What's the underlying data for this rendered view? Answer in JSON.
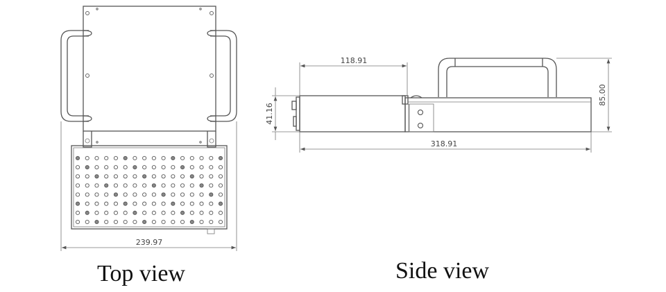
{
  "top_view": {
    "caption": "Top view",
    "width_dimension": "239.97",
    "hole_grid": {
      "columns": 16,
      "rows": 8
    }
  },
  "side_view": {
    "caption": "Side view",
    "dimensions": {
      "front_length": "118.91",
      "total_length": "318.91",
      "body_height": "41.16",
      "total_height": "85.00"
    }
  },
  "colors": {
    "line": "#555555",
    "text": "#111111"
  }
}
